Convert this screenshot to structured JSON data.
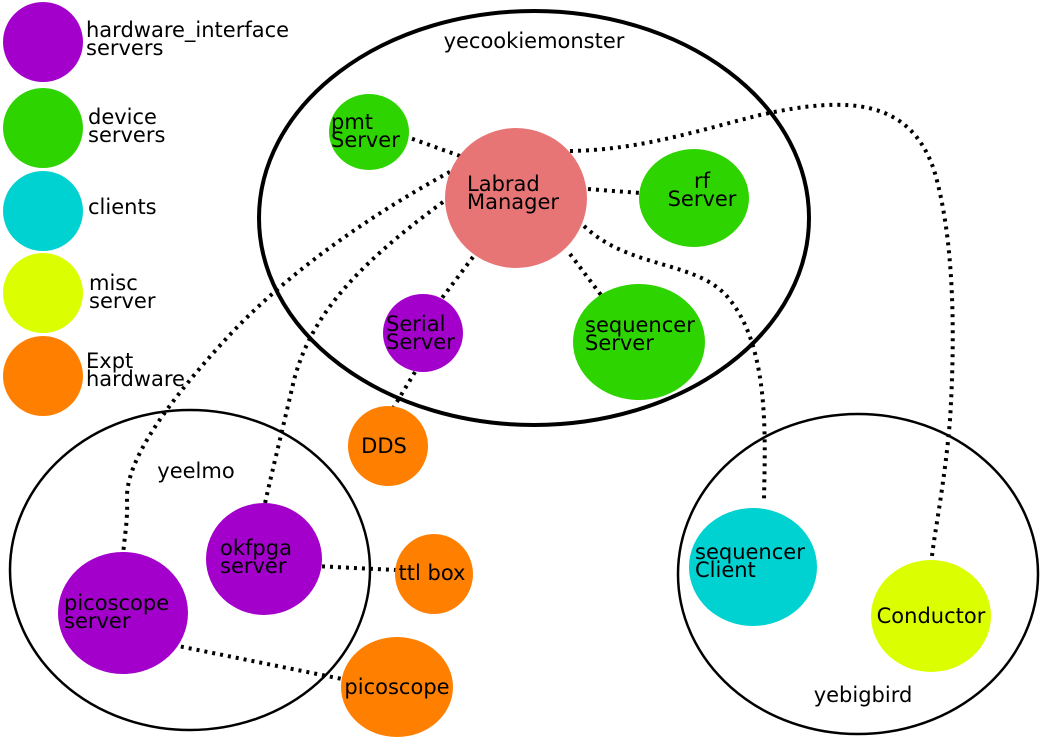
{
  "colors": {
    "hardware_interface": "#a300cc",
    "device": "#2ed400",
    "client": "#00d1d1",
    "misc": "#dbff00",
    "expt": "#ff8000",
    "manager": "#e87575"
  },
  "legend": [
    {
      "id": "legend-hardware-interface",
      "color": "hardware_interface",
      "lines": [
        "hardware_interface",
        "servers"
      ]
    },
    {
      "id": "legend-device-servers",
      "color": "device",
      "lines": [
        "device",
        "servers"
      ]
    },
    {
      "id": "legend-clients",
      "color": "client",
      "lines": [
        "clients"
      ]
    },
    {
      "id": "legend-misc-server",
      "color": "misc",
      "lines": [
        "misc",
        "server"
      ]
    },
    {
      "id": "legend-expt-hardware",
      "color": "expt",
      "lines": [
        "Expt",
        "hardware"
      ]
    }
  ],
  "hosts": [
    {
      "id": "host-yecookiemonster",
      "label": "yecookiemonster"
    },
    {
      "id": "host-yeelmo",
      "label": "yeelmo"
    },
    {
      "id": "host-yebigbird",
      "label": "yebigbird"
    }
  ],
  "nodes": [
    {
      "id": "labrad-manager",
      "color": "manager",
      "lines": [
        "Labrad",
        "Manager"
      ]
    },
    {
      "id": "pmt-server",
      "color": "device",
      "lines": [
        "pmt",
        "Server"
      ]
    },
    {
      "id": "rf-server",
      "color": "device",
      "lines": [
        "rf",
        "Server"
      ]
    },
    {
      "id": "serial-server",
      "color": "hardware_interface",
      "lines": [
        "Serial",
        "Server"
      ]
    },
    {
      "id": "sequencer-server",
      "color": "device",
      "lines": [
        "sequencer",
        "Server"
      ]
    },
    {
      "id": "dds",
      "color": "expt",
      "lines": [
        "DDS"
      ]
    },
    {
      "id": "okfpga-server",
      "color": "hardware_interface",
      "lines": [
        "okfpga",
        "server"
      ]
    },
    {
      "id": "ttl-box",
      "color": "expt",
      "lines": [
        "ttl box"
      ]
    },
    {
      "id": "picoscope-server",
      "color": "hardware_interface",
      "lines": [
        "picoscope",
        "server"
      ]
    },
    {
      "id": "picoscope",
      "color": "expt",
      "lines": [
        "picoscope"
      ]
    },
    {
      "id": "sequencer-client",
      "color": "client",
      "lines": [
        "sequencer",
        "Client"
      ]
    },
    {
      "id": "conductor",
      "color": "misc",
      "lines": [
        "Conductor"
      ]
    }
  ],
  "links": [
    {
      "from": "labrad-manager",
      "to": "pmt-server"
    },
    {
      "from": "labrad-manager",
      "to": "rf-server"
    },
    {
      "from": "labrad-manager",
      "to": "serial-server"
    },
    {
      "from": "labrad-manager",
      "to": "sequencer-server"
    },
    {
      "from": "serial-server",
      "to": "dds"
    },
    {
      "from": "labrad-manager",
      "to": "picoscope-server"
    },
    {
      "from": "labrad-manager",
      "to": "okfpga-server"
    },
    {
      "from": "labrad-manager",
      "to": "sequencer-client"
    },
    {
      "from": "labrad-manager",
      "to": "conductor"
    },
    {
      "from": "okfpga-server",
      "to": "ttl-box"
    },
    {
      "from": "picoscope-server",
      "to": "picoscope"
    }
  ]
}
